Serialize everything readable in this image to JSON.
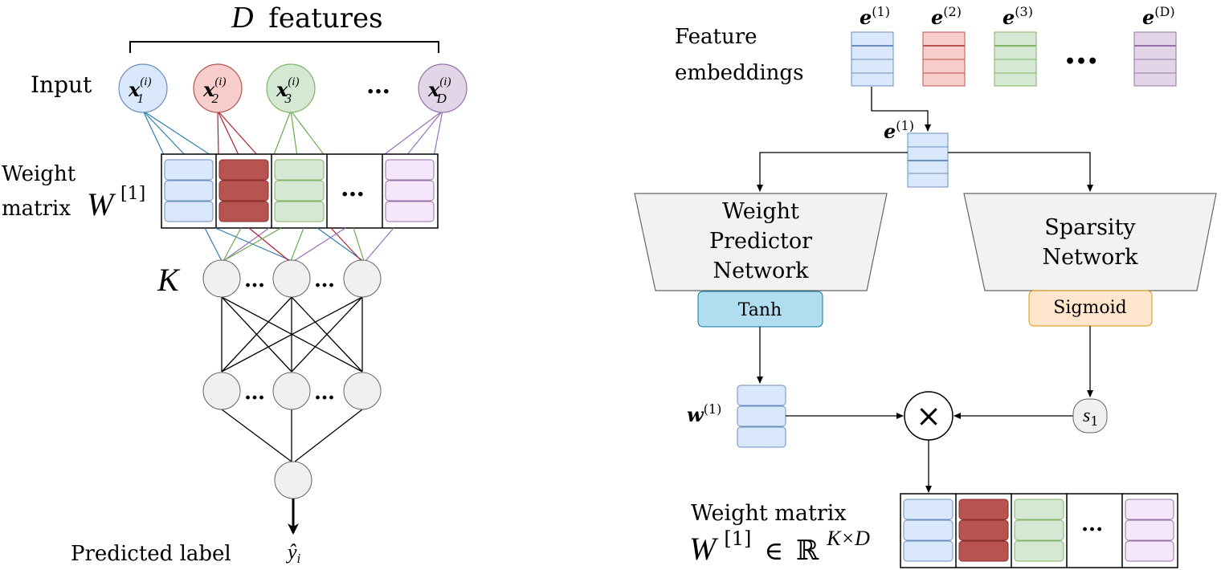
{
  "left": {
    "top_label": {
      "var": "D",
      "word": "features"
    },
    "input_label": "Input",
    "inputs": [
      {
        "base": "x",
        "sub": "1",
        "sup": "(i)",
        "fill": "#dae8fc",
        "stroke": "#6c8ebf",
        "line": "#2a7fb0"
      },
      {
        "base": "x",
        "sub": "2",
        "sup": "(i)",
        "fill": "#f8cecc",
        "stroke": "#b85450",
        "line": "#b0202a"
      },
      {
        "base": "x",
        "sub": "3",
        "sup": "(i)",
        "fill": "#d5e8d4",
        "stroke": "#82b366",
        "line": "#6aaa50"
      },
      {
        "base": "x",
        "sub": "D",
        "sup": "(i)",
        "fill": "#e1d5e7",
        "stroke": "#9673a6",
        "line": "#9a70b8"
      }
    ],
    "ellipsis": "…",
    "weight_label_line1": "Weight",
    "weight_label_line2": "matrix",
    "weight_symbol": "W",
    "weight_sup": "[1]",
    "k_label": "K",
    "predicted_label": "Predicted label",
    "y_hat": "ŷ",
    "y_sub": "i"
  },
  "right": {
    "feature_label_line1": "Feature",
    "feature_label_line2": "embeddings",
    "embeddings": [
      {
        "base": "e",
        "sup": "(1)",
        "fill": "#dae8fc",
        "stroke": "#6c8ebf"
      },
      {
        "base": "e",
        "sup": "(2)",
        "fill": "#f8cecc",
        "stroke": "#b85450"
      },
      {
        "base": "e",
        "sup": "(3)",
        "fill": "#d5e8d4",
        "stroke": "#82b366"
      },
      {
        "base": "e",
        "sup": "(D)",
        "fill": "#e1d5e7",
        "stroke": "#9673a6"
      }
    ],
    "ellipsis": "•••",
    "selected_embedding": {
      "base": "e",
      "sup": "(1)"
    },
    "weight_predictor": {
      "line1": "Weight",
      "line2": "Predictor",
      "line3": "Network"
    },
    "sparsity_network": {
      "line1": "Sparsity",
      "line2": "Network"
    },
    "tanh_label": "Tanh",
    "sigmoid_label": "Sigmoid",
    "w_vector": {
      "base": "w",
      "sup": "(1)"
    },
    "multiply_symbol": "×",
    "s_label": {
      "base": "s",
      "sub": "1"
    },
    "output_label_line1": "Weight matrix",
    "output_formula": {
      "W": "W",
      "sup": "[1]",
      "in": "∈",
      "R": "ℝ",
      "dims": "K×D"
    },
    "output_ellipsis": "···"
  },
  "colors": {
    "blue_fill": "#dae8fc",
    "blue_stroke": "#6c8ebf",
    "red_fill": "#b85450",
    "red_stroke": "#a03a36",
    "green_fill": "#d5e8d4",
    "green_stroke": "#82b366",
    "purple_fill": "#f5e6fc",
    "purple_stroke": "#9673a6",
    "gray_node": "#f0f0f0",
    "gray_trap": "#f2f2f2",
    "tanh_fill": "#b1ddf0",
    "tanh_stroke": "#10739e",
    "sigmoid_fill": "#ffe6cc",
    "sigmoid_stroke": "#d79b00"
  }
}
